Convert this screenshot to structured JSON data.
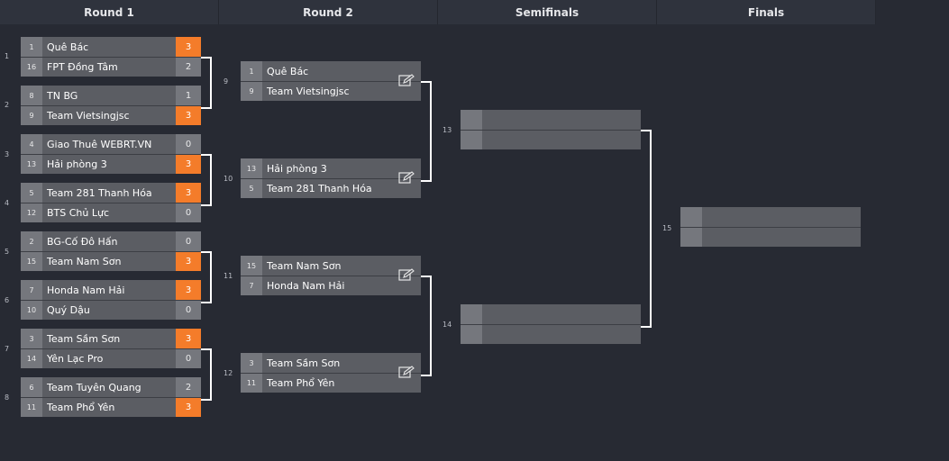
{
  "rounds": [
    "Round 1",
    "Round 2",
    "Semifinals",
    "Finals"
  ],
  "round1": [
    {
      "num": "1",
      "top": {
        "seed": "1",
        "name": "Quê Bác",
        "score": "3",
        "win": true
      },
      "bottom": {
        "seed": "16",
        "name": "FPT Đồng Tâm",
        "score": "2",
        "win": false
      }
    },
    {
      "num": "2",
      "top": {
        "seed": "8",
        "name": "TN BG",
        "score": "1",
        "win": false
      },
      "bottom": {
        "seed": "9",
        "name": "Team Vietsingjsc",
        "score": "3",
        "win": true
      }
    },
    {
      "num": "3",
      "top": {
        "seed": "4",
        "name": "Giao Thuê WEBRT.VN",
        "score": "0",
        "win": false
      },
      "bottom": {
        "seed": "13",
        "name": "Hải phòng 3",
        "score": "3",
        "win": true
      }
    },
    {
      "num": "4",
      "top": {
        "seed": "5",
        "name": "Team 281 Thanh Hóa",
        "score": "3",
        "win": true
      },
      "bottom": {
        "seed": "12",
        "name": "BTS Chủ Lực",
        "score": "0",
        "win": false
      }
    },
    {
      "num": "5",
      "top": {
        "seed": "2",
        "name": "BG-Cố Đô Hấn",
        "score": "0",
        "win": false
      },
      "bottom": {
        "seed": "15",
        "name": "Team Nam Sơn",
        "score": "3",
        "win": true
      }
    },
    {
      "num": "6",
      "top": {
        "seed": "7",
        "name": "Honda Nam Hải",
        "score": "3",
        "win": true
      },
      "bottom": {
        "seed": "10",
        "name": "Quý Dậu",
        "score": "0",
        "win": false
      }
    },
    {
      "num": "7",
      "top": {
        "seed": "3",
        "name": "Team Sầm Sơn",
        "score": "3",
        "win": true
      },
      "bottom": {
        "seed": "14",
        "name": "Yên Lạc Pro",
        "score": "0",
        "win": false
      }
    },
    {
      "num": "8",
      "top": {
        "seed": "6",
        "name": "Team Tuyên Quang",
        "score": "2",
        "win": false
      },
      "bottom": {
        "seed": "11",
        "name": "Team Phổ Yên",
        "score": "3",
        "win": true
      }
    }
  ],
  "round2": [
    {
      "num": "9",
      "top": {
        "seed": "1",
        "name": "Quê Bác"
      },
      "bottom": {
        "seed": "9",
        "name": "Team Vietsingjsc"
      }
    },
    {
      "num": "10",
      "top": {
        "seed": "13",
        "name": "Hải phòng 3"
      },
      "bottom": {
        "seed": "5",
        "name": "Team 281 Thanh Hóa"
      }
    },
    {
      "num": "11",
      "top": {
        "seed": "15",
        "name": "Team Nam Sơn"
      },
      "bottom": {
        "seed": "7",
        "name": "Honda Nam Hải"
      }
    },
    {
      "num": "12",
      "top": {
        "seed": "3",
        "name": "Team Sầm Sơn"
      },
      "bottom": {
        "seed": "11",
        "name": "Team Phổ Yên"
      }
    }
  ],
  "semifinals": [
    {
      "num": "13"
    },
    {
      "num": "14"
    }
  ],
  "finals": [
    {
      "num": "15"
    }
  ]
}
